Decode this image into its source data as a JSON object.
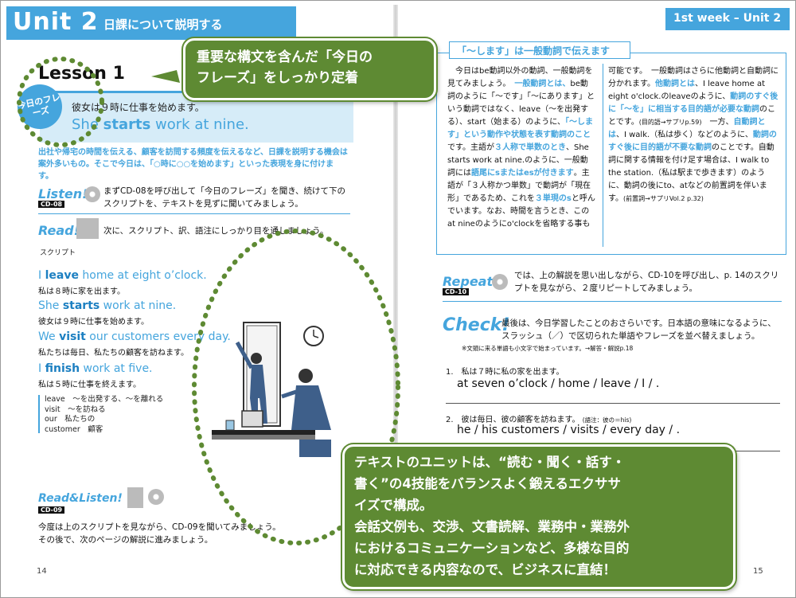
{
  "header": {
    "unit_title": "Unit 2",
    "unit_subtitle": "日課について説明する",
    "week_label": "1st week – Unit 2"
  },
  "lesson": {
    "title": "Lesson 1",
    "badge": "今日のフレーズ",
    "phrase_jp": "彼女は９時に仕事を始めます。",
    "phrase_en_1": "She ",
    "phrase_en_2": "starts",
    "phrase_en_3": " work at nine.",
    "intro": "出社や帰宅の時間を伝える、顧客を訪問する頻度を伝えるなど、日課を説明する機会は案外多いもの。そこで今日は、「○時に○○を始めます」といった表現を身に付けます。"
  },
  "listen": {
    "title": "Listen!",
    "cd": "CD-08",
    "text": "まずCD-08を呼び出して「今日のフレーズ」を聞き、続けて下のスクリプトを、テキストを見ずに聞いてみましょう。"
  },
  "read": {
    "title": "Read!",
    "text": "次に、スクリプト、訳、語注にしっかり目を通しましょう。"
  },
  "script": {
    "label": "スクリプト",
    "lines": [
      {
        "pre": "I ",
        "verb": "leave",
        "post": " home at eight o’clock.",
        "jp": "私は８時に家を出ます。"
      },
      {
        "pre": "She ",
        "verb": "starts",
        "post": " work at nine.",
        "jp": "彼女は９時に仕事を始めます。"
      },
      {
        "pre": "We ",
        "verb": "visit",
        "post": " our customers every day.",
        "jp": "私たちは毎日、私たちの顧客を訪ねます。"
      },
      {
        "pre": "I ",
        "verb": "finish",
        "post": " work at five.",
        "jp": "私は５時に仕事を終えます。"
      }
    ],
    "vocab": "leave　〜を出発する、〜を離れる\nvisit　〜を訪ねる\nour　私たちの\ncustomer　顧客"
  },
  "read_listen": {
    "title": "Read&Listen!",
    "cd": "CD-09",
    "text_1": "今度は上のスクリプトを見ながら、CD-09を聞いてみましょう。",
    "text_2": "その後で、次のページの解説に進みましょう。"
  },
  "pages": {
    "left": "14",
    "right": "15"
  },
  "explain": {
    "title": "「〜します」は一般動詞で伝えます",
    "col1": [
      {
        "t": "　今日はbe動詞以外の動詞、一般動詞を見てみましょう。"
      },
      {
        "t": "　一般動詞とは、",
        "h": true
      },
      {
        "t": "be動詞のように「〜です」「〜にあります」という動詞ではなく、leave（〜を出発する）、start（始まる）のように、"
      },
      {
        "t": "「〜します」という動作や状態を表す動詞のこと",
        "h": true
      },
      {
        "t": "です。主語が"
      },
      {
        "t": "３人称で単数のとき",
        "h": true
      },
      {
        "t": "、She starts work at nine.のように、一般動詞には"
      },
      {
        "t": "語尾にsまたはesが付きます",
        "h": true
      },
      {
        "t": "。主語が「３人称かつ単数」で動詞が「現在形」であるため、これを"
      },
      {
        "t": "３単現のs",
        "h": true
      },
      {
        "t": "と呼んでいます。なお、時間を言うとき、このat nineのようにo'clockを省略する事も"
      }
    ],
    "col2": [
      {
        "t": "可能です。"
      },
      {
        "t": "　一般動詞はさらに他動詞と自動詞に分かれます。"
      },
      {
        "t": "他動詞とは",
        "h": true
      },
      {
        "t": "、I leave home at eight o'clock.のleaveのように、"
      },
      {
        "t": "動詞のすぐ後に「〜を」に相当する目的語が必要な動詞",
        "h": true
      },
      {
        "t": "のことです。"
      },
      {
        "t": "(目的語→サプリp.59)",
        "s": true
      },
      {
        "t": "　一方、"
      },
      {
        "t": "自動詞とは",
        "h": true
      },
      {
        "t": "、I walk.（私は歩く）などのように、"
      },
      {
        "t": "動詞のすぐ後に目的語が不要な動詞",
        "h": true
      },
      {
        "t": "のことです。自動詞に関する情報を付け足す場合は、I walk to the station.（私は駅まで歩きます）のように、動詞の後にto、atなどの前置詞を伴います。"
      },
      {
        "t": "(前置詞→サプリVol.2 p.32)",
        "s": true
      }
    ]
  },
  "repeat": {
    "title": "Repeat!",
    "cd": "CD-10",
    "text": "では、上の解説を思い出しながら、CD-10を呼び出し、p. 14のスクリプトを見ながら、２度リピートしてみましょう。"
  },
  "check": {
    "title": "Check!",
    "text": "最後は、今日学習したことのおさらいです。日本語の意味になるように、スラッシュ（／）で区切られた単語やフレーズを並べ替えましょう。",
    "note": "※文頭に来る単語も小文字で始まっています。→解答・解説p.18",
    "q1_jp": "1.　私は７時に私の家を出ます。",
    "q1_en": "at seven o’clock / home / leave / I / .",
    "q2_jp": "2.　彼は毎日、彼の顧客を訪ねます。",
    "q2_note": "(語注：彼の＝his)",
    "q2_en": "he / his customers / visits / every day / ."
  },
  "callouts": {
    "top": [
      "重要な構文を含んだ「今日の",
      "フレーズ」をしっかり定着"
    ],
    "bottom": [
      "テキストのユニットは、“読む・聞く・話す・",
      "書く”の4技能をバランスよく鍛えるエクササ",
      "イズで構成。",
      "会話文例も、交渉、文書読解、業務中・業務外",
      "におけるコミュニケーションなど、多様な目的",
      "に対応できる内容なので、ビジネスに直結！"
    ]
  },
  "colors": {
    "accent": "#45a5dd",
    "callout": "#5e8a33"
  }
}
